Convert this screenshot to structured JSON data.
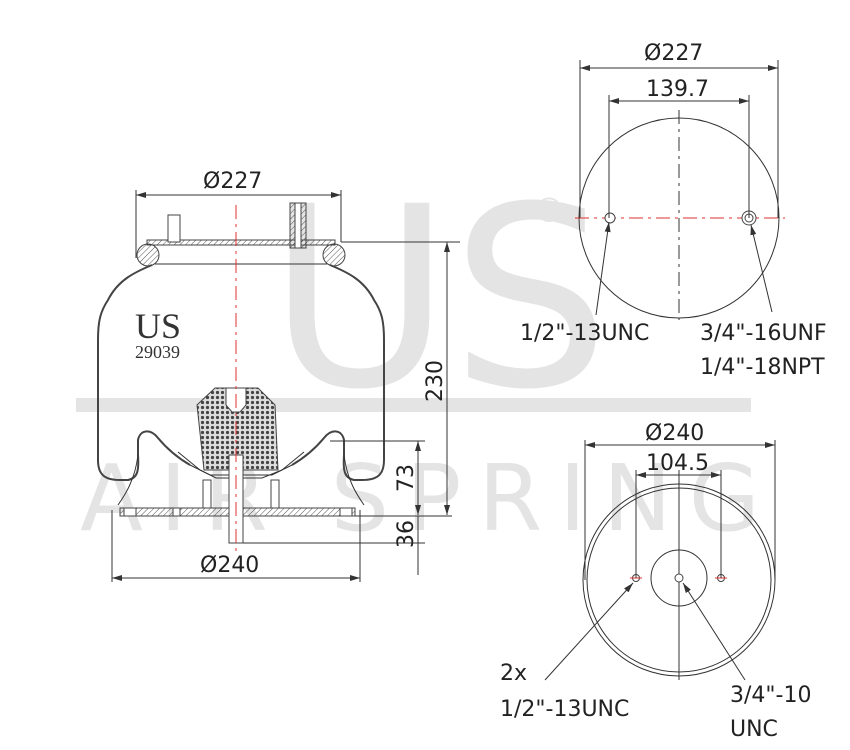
{
  "watermark": {
    "logo": "US",
    "registered": "®",
    "text": "AIR SPRING"
  },
  "side_view": {
    "brand": "US",
    "part_number": "29039",
    "top_diameter": "Ø227",
    "bottom_diameter": "Ø240",
    "height": "230",
    "piston_height": "73",
    "stud_length": "36"
  },
  "top_view": {
    "diameter": "Ø227",
    "hole_spacing": "139.7",
    "left_hole": "1/2\"-13UNC",
    "right_hole_line1": "3/4\"-16UNF",
    "right_hole_line2": "1/4\"-18NPT"
  },
  "bottom_view": {
    "diameter": "Ø240",
    "hole_spacing": "104.5",
    "side_holes_qty": "2x",
    "side_holes": "1/2\"-13UNC",
    "center_hole_line1": "3/4\"-10",
    "center_hole_line2": "UNC"
  },
  "colors": {
    "centerline": "#e03030",
    "watermark": "#e4e4e4",
    "lines": "#333333"
  }
}
